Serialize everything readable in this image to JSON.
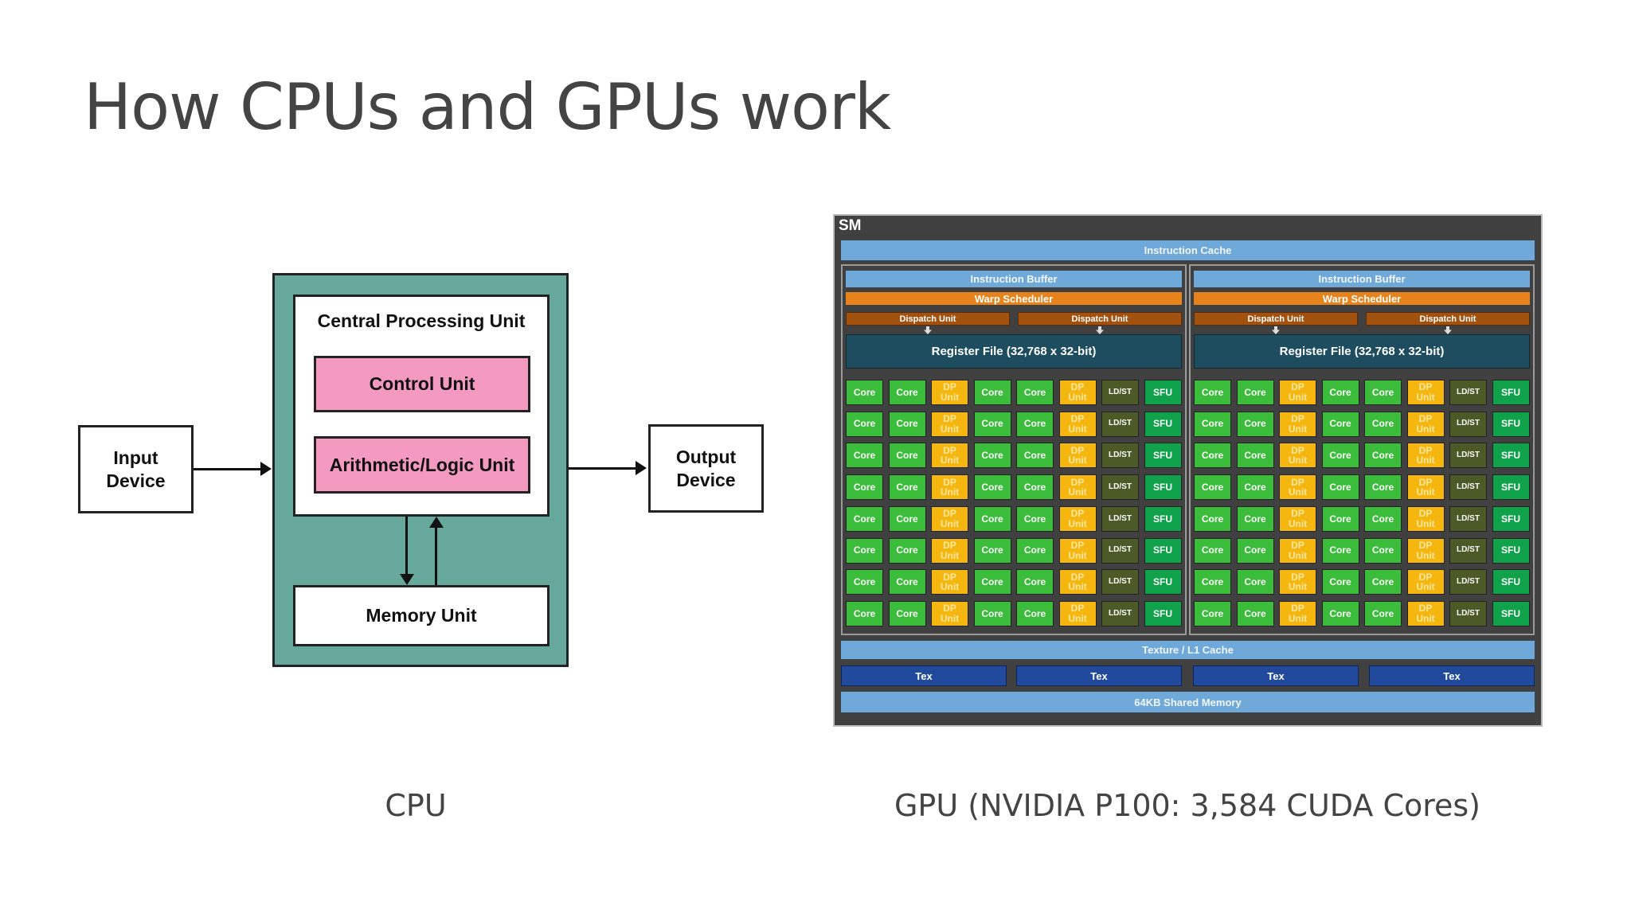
{
  "title": "How CPUs and GPUs work",
  "cpu_diagram": {
    "cpu_label": "Central Processing Unit",
    "control_unit": "Control Unit",
    "alu": "Arithmetic/Logic Unit",
    "memory_unit": "Memory Unit",
    "input_device": "Input Device",
    "output_device": "Output Device",
    "colors": {
      "outer": "#66a89c",
      "pink": "#f49ac1"
    }
  },
  "gpu_diagram": {
    "sm_label": "SM",
    "instruction_cache": "Instruction Cache",
    "partitions": [
      {
        "instruction_buffer": "Instruction Buffer",
        "warp_scheduler": "Warp Scheduler",
        "dispatch_units": [
          "Dispatch Unit",
          "Dispatch Unit"
        ],
        "register_file": "Register File (32,768 x 32-bit)"
      },
      {
        "instruction_buffer": "Instruction Buffer",
        "warp_scheduler": "Warp Scheduler",
        "dispatch_units": [
          "Dispatch Unit",
          "Dispatch Unit"
        ],
        "register_file": "Register File (32,768 x 32-bit)"
      }
    ],
    "rows_per_partition": 8,
    "row_pattern": [
      {
        "label": "Core",
        "type": "core"
      },
      {
        "label": "Core",
        "type": "core"
      },
      {
        "label": "DP Unit",
        "type": "dp"
      },
      {
        "label": "Core",
        "type": "core"
      },
      {
        "label": "Core",
        "type": "core"
      },
      {
        "label": "DP Unit",
        "type": "dp"
      },
      {
        "label": "LD/ST",
        "type": "ld"
      },
      {
        "label": "SFU",
        "type": "sfu"
      }
    ],
    "texture_cache": "Texture / L1 Cache",
    "tex_units": [
      "Tex",
      "Tex",
      "Tex",
      "Tex"
    ],
    "shared_memory": "64KB Shared Memory"
  },
  "captions": {
    "cpu": "CPU",
    "gpu": "GPU (NVIDIA P100: 3,584 CUDA Cores)"
  }
}
